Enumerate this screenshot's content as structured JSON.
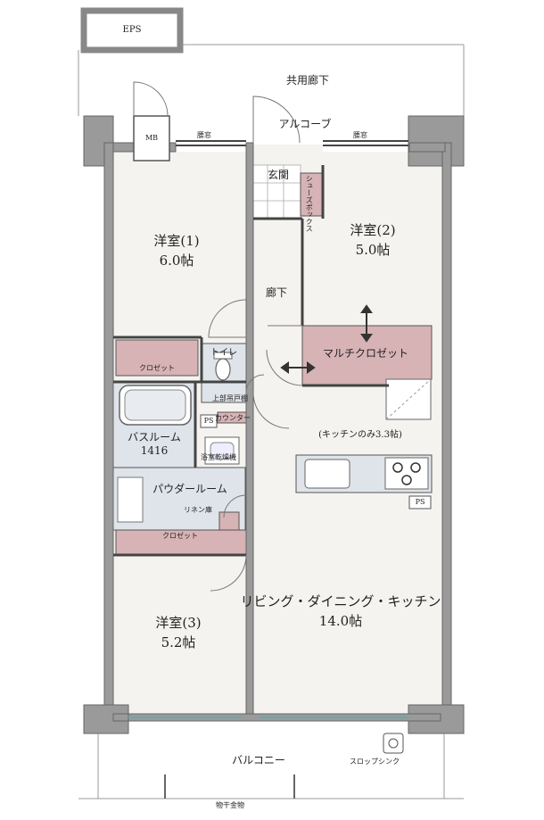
{
  "labels": {
    "eps": "EPS",
    "corridor": "共用廊下",
    "alcove": "アルコーブ",
    "mb": "MB",
    "koshimado": "腰窓",
    "genkan": "玄関",
    "shoes_box": "シューズボックス",
    "room1_name": "洋室(1)",
    "room1_size": "6.0帖",
    "room2_name": "洋室(2)",
    "room2_size": "5.0帖",
    "hallway": "廊下",
    "closet": "クロゼット",
    "toilet": "トイレ",
    "multi_closet": "マルチクロゼット",
    "upper_shelf": "上部吊戸棚",
    "ps": "PS",
    "counter": "カウンター",
    "kitchen_only": "(キッチンのみ3.3帖)",
    "bath_name": "バスルーム",
    "bath_size": "1416",
    "dryer": "浴室乾燥機",
    "powder": "パウダールーム",
    "linen": "リネン庫",
    "room3_name": "洋室(3)",
    "room3_size": "5.2帖",
    "ldk_name": "リビング・ダイニング・キッチン",
    "ldk_size": "14.0帖",
    "balcony": "バルコニー",
    "slop_sink": "スロップシンク",
    "laundry": "物干金物"
  },
  "colors": {
    "wall": "#9a9a9a",
    "floor": "#f4f3ef",
    "wet": "#dfe4ea",
    "closet": "#d7b3b5",
    "line": "#333333"
  }
}
